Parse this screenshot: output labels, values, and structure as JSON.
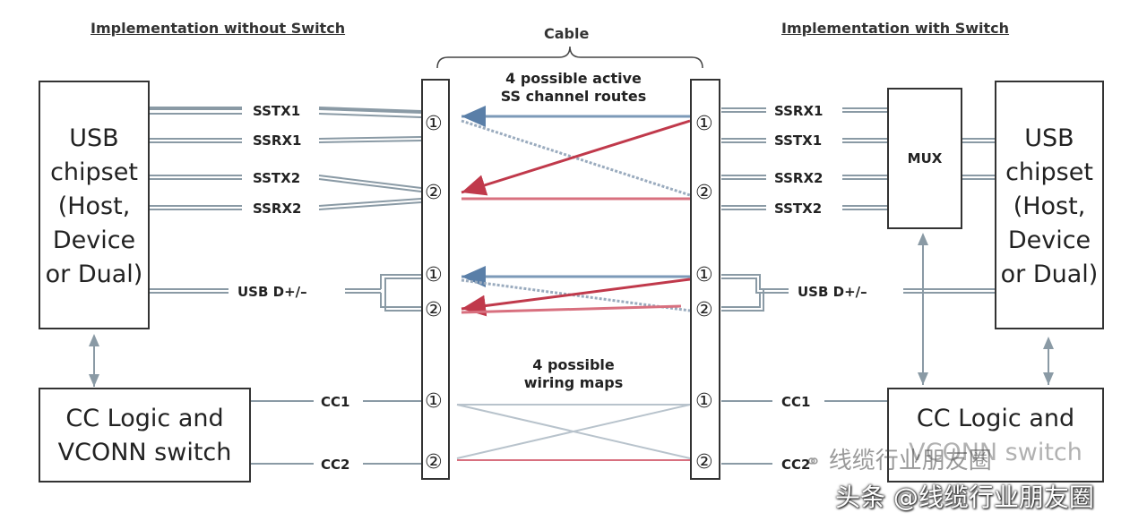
{
  "headings": {
    "left": "Implementation without Switch",
    "center": "Cable",
    "right": "Implementation with Switch"
  },
  "center_notes": {
    "routes_line1": "4 possible active",
    "routes_line2": "SS channel routes",
    "maps_line1": "4 possible",
    "maps_line2": "wiring maps"
  },
  "left": {
    "chipset": [
      "USB",
      "chipset",
      "(Host,",
      "Device",
      "or Dual)"
    ],
    "cc": [
      "CC Logic and",
      "VCONN switch"
    ],
    "signals": [
      "SSTX1",
      "SSRX1",
      "SSTX2",
      "SSRX2"
    ],
    "usb": "USB D+/–",
    "cc1": "CC1",
    "cc2": "CC2"
  },
  "right": {
    "chipset": [
      "USB",
      "chipset",
      "(Host,",
      "Device",
      "or Dual)"
    ],
    "cc": [
      "CC Logic and",
      "VCONN switch"
    ],
    "mux": "MUX",
    "signals": [
      "SSRX1",
      "SSTX1",
      "SSRX2",
      "SSTX2"
    ],
    "usb": "USB D+/–",
    "cc1": "CC1",
    "cc2": "CC2"
  },
  "pins": [
    "①",
    "②",
    "①",
    "②",
    "①",
    "②"
  ],
  "watermark": {
    "overlay": "线缆行业朋友圈",
    "footer": "头条 @线缆行业朋友圈"
  },
  "colors": {
    "line": "#8a9aa5",
    "red": "#c0394b",
    "blue": "#5a7fa8",
    "border": "#333333"
  }
}
